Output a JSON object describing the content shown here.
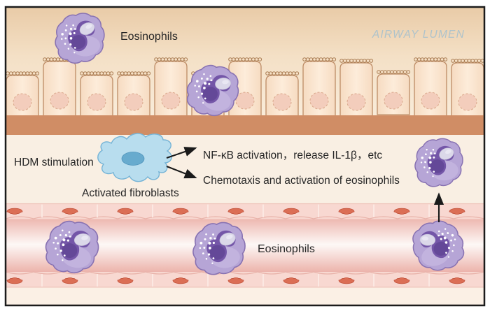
{
  "diagram": {
    "title_context": "Airway cross-section: HDM-activated fibroblasts recruit eosinophils",
    "labels": {
      "airway_lumen": "AIRWAY LUMEN",
      "eosinophils_airway": "Eosinophils",
      "hdm_stimulation": "HDM stimulation",
      "activated_fibroblasts": "Activated fibroblasts",
      "pathway_nfkb": "NF-κB activation，release IL-1β，etc",
      "pathway_chemotaxis": "Chemotaxis and activation of eosinophils",
      "eosinophils_vessel": "Eosinophils"
    },
    "colors": {
      "lumen_text": "#aec3cb",
      "text": "#262626",
      "eosinophil_body": "#b6a5d6",
      "eosinophil_outline": "#8872b2",
      "eosinophil_nucleus": "#7456a8",
      "fibroblast_body": "#b8ddee",
      "fibroblast_nucleus": "#68abce",
      "epithelial_cell": "#f9e2ca",
      "basement_membrane": "#d08d65",
      "vessel_wall": "#f8d8d1",
      "endothelial_nucleus": "#db6e55",
      "arrow": "#1a1a1a"
    }
  }
}
